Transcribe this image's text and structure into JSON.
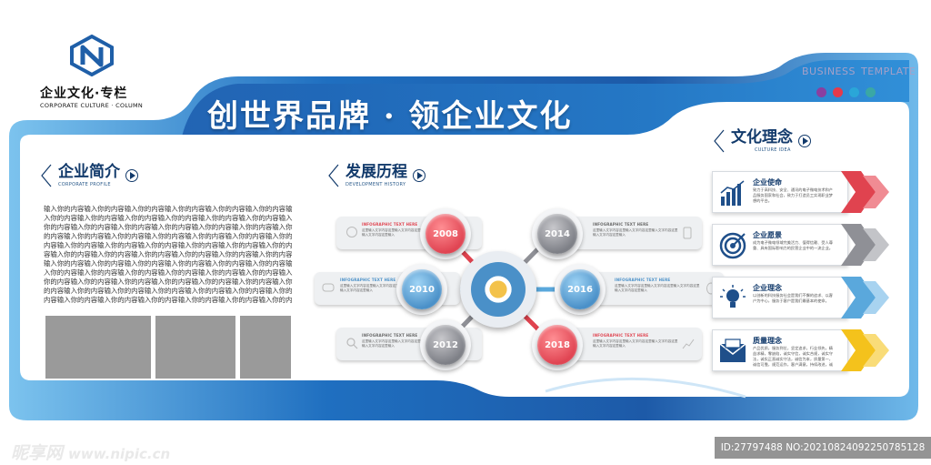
{
  "brand": {
    "name": "企业文化·专栏",
    "subtitle": "CORPORATE CULTURE · COLUMN"
  },
  "banner_title": "创世界品牌 · 领企业文化",
  "business_template": {
    "word1": "BUSINESS",
    "word2": "TEMPLATE",
    "dot_colors": [
      "#8a3fa0",
      "#e63a4a",
      "#2aa6d8",
      "#3aa7a5"
    ]
  },
  "intro": {
    "title": "企业简介",
    "subtitle": "CORPORATE PROFILE",
    "body": "输入你的内容输入你的内容输入你的内容输入你的内容输入你的内容输入你的内容输入你的内容输入你的内容输入你的内容输入你的内容输入你的内容输入你的内容输入你的内容输入你的内容输入你的内容输入你的内容输入你的内容输入你的内容输入你的内容输入你的内容输入你的内容输入你的内容输入你的内容输入你的内容输入你的内容输入你的内容输入你的内容输入你的内容输入你的内容输入你的内容输入你的内容输入你的内容输入你的内容输入你的内容输入你的内容输入你的内容输入你的内容输入你的内容输入你的内容输入你的内容输入你的内容输入你的内容输入你的内容输入你的内容输入你的内容输入你的内容输入你的内容输入你的内容输入你的内容输入你的内容输入你的内容输入你的内容输入你的内容输入你的内容输入你的内容输入你的内容输入你的内容输入你的内容输入你的内容输入你的内容输入你的内容输入你的内容输入你的内容输入你的内容输入你的内容输入你的内容输入你的内容输入你的内容输入你的内容输入你的内容输入你的内容输入你的内容输入你的内容输入你的内容输入你的内容输入你的内容输入你的内容输入你的内容输入你的内容输入你的内容输入你的内容输入你的内容输入你的内容输入你的内容输入你的内容输入你的内容输入你的内容输入你的内容输入你的内容输入你的内容输入你的内容输入你的内容输入你的内容输入你的内容"
  },
  "history": {
    "title": "发展历程",
    "subtitle": "DEVELOPMENT HISTORY",
    "card_heading": "INFOGRAPHIC TEXT HERE",
    "card_body": "这里输入文字内容这里输入文字内容这里输入文字内容这里输入文字内容这里输入",
    "years": [
      "2008",
      "2014",
      "2010",
      "2016",
      "2012",
      "2018"
    ]
  },
  "culture": {
    "title": "文化理念",
    "subtitle": "CULTURE IDEA",
    "items": [
      {
        "title": "企业使命",
        "text": "致力于高科技、安全、通讯的电子微电技术和产品服务国家和社会，致力于打造员工实现职业梦想的平台。",
        "color": "#e0434f",
        "icon": "bar-chart-icon"
      },
      {
        "title": "企业愿景",
        "text": "成为电子微电领域完美活力、值得信赖、受人尊重、具有国际影响力的民营企业中的一流企业。",
        "color": "#8f9096",
        "icon": "target-icon"
      },
      {
        "title": "企业理念",
        "text": "以创新的科技服务社会是我们不懈的追求、以客户为中心，服务于客户是我们最基本的使命。",
        "color": "#5aa8dc",
        "icon": "lightbulb-icon"
      },
      {
        "title": "质量理念",
        "text": "产品优质，服务到位，坚定追求，行业领先，精益求精，零缺陷，诚实守信，诚实合规，诚实守法，诚实正直诚实守法，诚信为本，质量第一，诚信可靠，规范运作，客户满意，持续改进，诚信如至，减法天下",
        "color": "#f4c21c",
        "icon": "mail-icon"
      }
    ]
  },
  "watermark": {
    "left_cn": "昵享网",
    "left_url": "www.nipic.cn",
    "right": "ID:27797488 NO:20210824092250785128"
  }
}
